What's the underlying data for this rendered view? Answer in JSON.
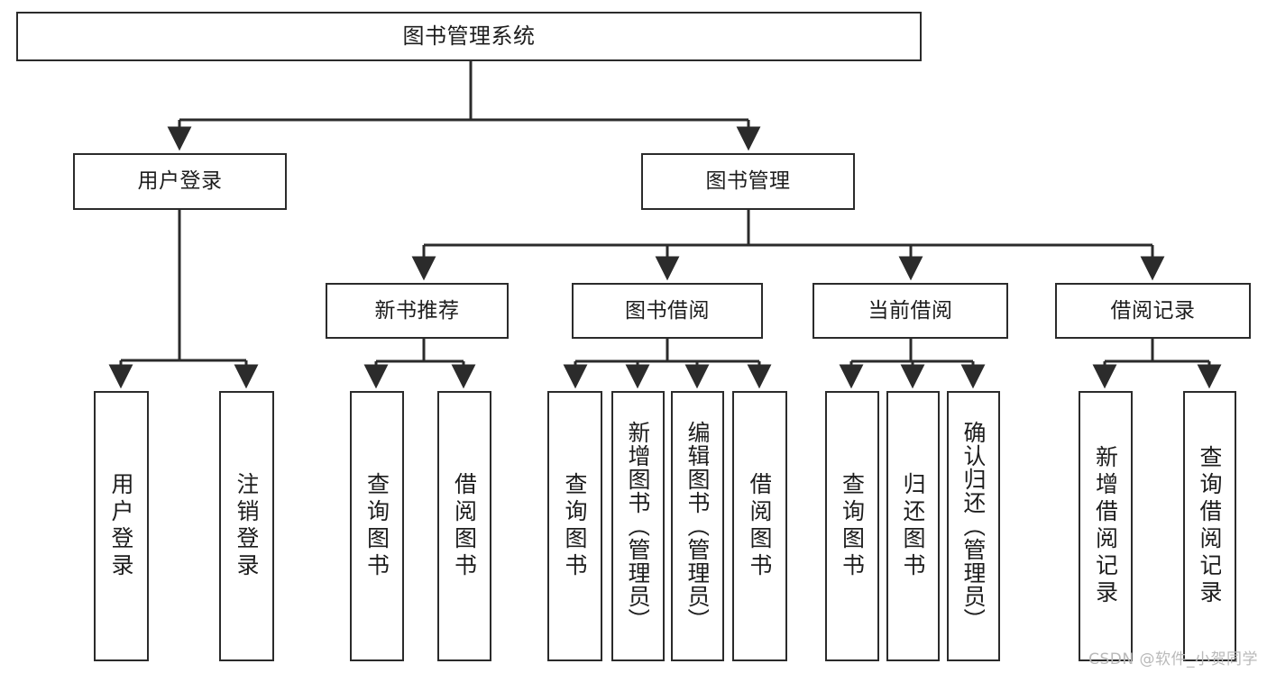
{
  "diagram": {
    "title": "图书管理系统",
    "type": "hierarchy-tree",
    "root": {
      "label": "图书管理系统"
    },
    "level2": [
      {
        "label": "用户登录"
      },
      {
        "label": "图书管理"
      }
    ],
    "level3": [
      {
        "label": "新书推荐"
      },
      {
        "label": "图书借阅"
      },
      {
        "label": "当前借阅"
      },
      {
        "label": "借阅记录"
      }
    ],
    "leaves": {
      "user_login": [
        {
          "label": "用户登录"
        },
        {
          "label": "注销登录"
        }
      ],
      "new_book_recommend": [
        {
          "label": "查询图书"
        },
        {
          "label": "借阅图书"
        }
      ],
      "book_borrow": [
        {
          "label": "查询图书"
        },
        {
          "label": "新增图书（管理员）"
        },
        {
          "label": "编辑图书（管理员）"
        },
        {
          "label": "借阅图书"
        }
      ],
      "current_borrow": [
        {
          "label": "查询图书"
        },
        {
          "label": "归还图书"
        },
        {
          "label": "确认归还（管理员）"
        }
      ],
      "borrow_record": [
        {
          "label": "新增借阅记录"
        },
        {
          "label": "查询借阅记录"
        }
      ]
    }
  },
  "watermark": {
    "text": "CSDN @软件_小贺同学"
  },
  "colors": {
    "stroke": "#2b2b2b",
    "background": "#ffffff",
    "text": "#1d1d1d",
    "watermark": "#b9b9b9"
  }
}
